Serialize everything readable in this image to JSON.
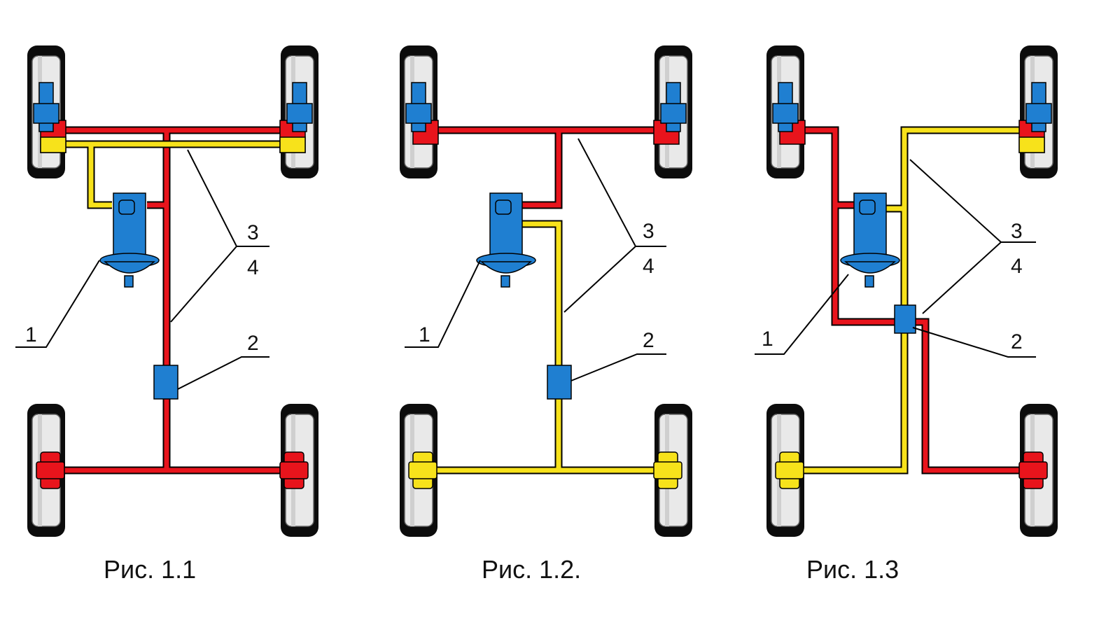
{
  "colors": {
    "circuit_red": "#e8141c",
    "circuit_yellow": "#f7e21b",
    "component_blue": "#1f7fd1",
    "tire": "#0c0c0c",
    "rim": "#e9e9e9",
    "outline": "#000000"
  },
  "figures": [
    {
      "caption": "Рис. 1.1",
      "labels": {
        "l1": "1",
        "l2": "2",
        "l3": "3",
        "l4": "4"
      }
    },
    {
      "caption": "Рис. 1.2.",
      "labels": {
        "l1": "1",
        "l2": "2",
        "l3": "3",
        "l4": "4"
      }
    },
    {
      "caption": "Рис. 1.3",
      "labels": {
        "l1": "1",
        "l2": "2",
        "l3": "3",
        "l4": "4"
      }
    }
  ]
}
